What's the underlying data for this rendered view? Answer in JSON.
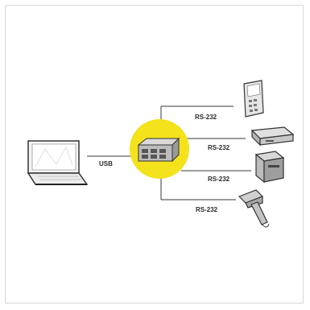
{
  "diagram": {
    "host_link_label": "USB",
    "port_labels": [
      "RS-232",
      "RS-232",
      "RS-232",
      "RS-232"
    ],
    "accent_color": "#f3e21c",
    "line_color": "#3a3a3a"
  }
}
